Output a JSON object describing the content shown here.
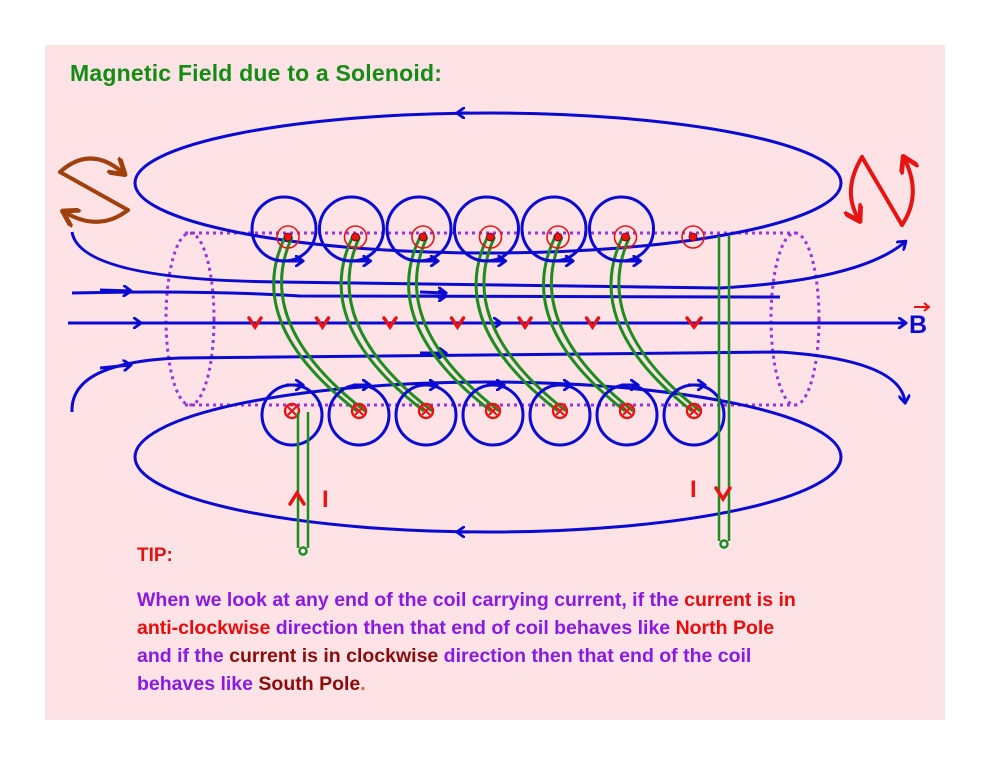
{
  "title": "Magnetic Field due to a Solenoid:",
  "labels": {
    "field": "B",
    "current_in": "I",
    "current_out": "I"
  },
  "icons": {
    "south_pole_symbol": "S-shaped clockwise arrows (brown)",
    "north_pole_symbol": "N-shaped anticlockwise arrows (red)",
    "current_out_of_page": "dot in circle",
    "current_into_page": "cross in circle"
  },
  "turns_count": 7,
  "colors": {
    "background": "#fde2e6",
    "title": "#148c14",
    "field_lines": "#0a0ad2",
    "wire": "#1e8c1e",
    "current": "#e81414",
    "south_symbol": "#a0400c",
    "north_symbol": "#e81414",
    "solenoid_outline": "#9a34d8",
    "tip_text": "#8a1adf"
  },
  "tip": {
    "label": "TIP:",
    "segments": [
      {
        "text": "When we look at any end of the coil carrying current, if the ",
        "style": "normal"
      },
      {
        "text": "current is in",
        "style": "red"
      },
      {
        "text": "\n",
        "style": "break"
      },
      {
        "text": "anti-clockwise",
        "style": "red"
      },
      {
        "text": " direction then that end of coil behaves like ",
        "style": "normal"
      },
      {
        "text": "North Pole",
        "style": "red"
      },
      {
        "text": "\n",
        "style": "break"
      },
      {
        "text": "and if the ",
        "style": "normal"
      },
      {
        "text": "current is in clockwise",
        "style": "dark"
      },
      {
        "text": " direction then that end of the coil",
        "style": "normal"
      },
      {
        "text": "\n",
        "style": "break"
      },
      {
        "text": "behaves like ",
        "style": "normal"
      },
      {
        "text": "South Pole",
        "style": "dark"
      },
      {
        "text": ".",
        "style": "orange"
      }
    ]
  }
}
